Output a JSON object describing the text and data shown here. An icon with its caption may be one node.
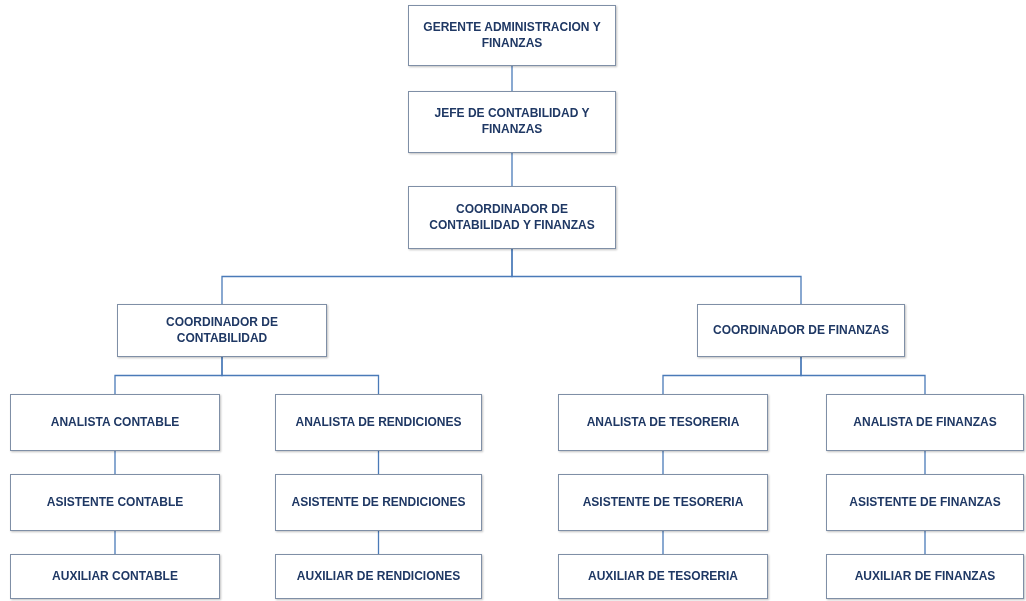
{
  "diagram": {
    "nodes": [
      {
        "text": [
          "GERENTE ADMINISTRACION Y FINANZAS"
        ]
      },
      {
        "text": [
          "JEFE DE CONTABILIDAD Y FINANZAS"
        ]
      },
      {
        "text": [
          "COORDINADOR DE CONTABILIDAD Y FINANZAS"
        ]
      },
      {
        "text": [
          "COORDINADOR DE CONTABILIDAD"
        ]
      },
      {
        "text": [
          "COORDINADOR DE FINANZAS"
        ]
      },
      {
        "text": [
          "ANALISTA CONTABLE"
        ]
      },
      {
        "text": [
          "ANALISTA DE RENDICIONES"
        ]
      },
      {
        "text": [
          "ANALISTA DE TESORERIA"
        ]
      },
      {
        "text": [
          "ANALISTA DE FINANZAS"
        ]
      },
      {
        "text": [
          "ASISTENTE CONTABLE"
        ]
      },
      {
        "text": [
          "ASISTENTE DE RENDICIONES"
        ]
      },
      {
        "text": [
          "ASISTENTE DE TESORERIA"
        ]
      },
      {
        "text": [
          "ASISTENTE DE FINANZAS"
        ]
      },
      {
        "text": [
          "AUXILIAR CONTABLE"
        ]
      },
      {
        "text": [
          "AUXILIAR DE RENDICIONES"
        ]
      },
      {
        "text": [
          "AUXILIAR DE TESORERIA"
        ]
      },
      {
        "text": [
          "AUXILIAR DE FINANZAS"
        ]
      }
    ],
    "edges": [
      {
        "from": 0,
        "to": 1,
        "arrow": "none"
      },
      {
        "from": 1,
        "to": 2,
        "arrow": "none"
      },
      {
        "from": 2,
        "to": 3,
        "arrow": "none"
      },
      {
        "from": 2,
        "to": 4,
        "arrow": "none"
      },
      {
        "from": 3,
        "to": 5,
        "arrow": "none"
      },
      {
        "from": 3,
        "to": 6,
        "arrow": "none"
      },
      {
        "from": 4,
        "to": 7,
        "arrow": "none"
      },
      {
        "from": 4,
        "to": 8,
        "arrow": "none"
      },
      {
        "from": 5,
        "to": 9,
        "arrow": "none"
      },
      {
        "from": 9,
        "to": 13,
        "arrow": "none"
      },
      {
        "from": 6,
        "to": 10,
        "arrow": "none"
      },
      {
        "from": 10,
        "to": 14,
        "arrow": "none"
      },
      {
        "from": 7,
        "to": 11,
        "arrow": "none"
      },
      {
        "from": 11,
        "to": 15,
        "arrow": "none"
      },
      {
        "from": 8,
        "to": 12,
        "arrow": "none"
      },
      {
        "from": 12,
        "to": 16,
        "arrow": "none"
      }
    ]
  }
}
